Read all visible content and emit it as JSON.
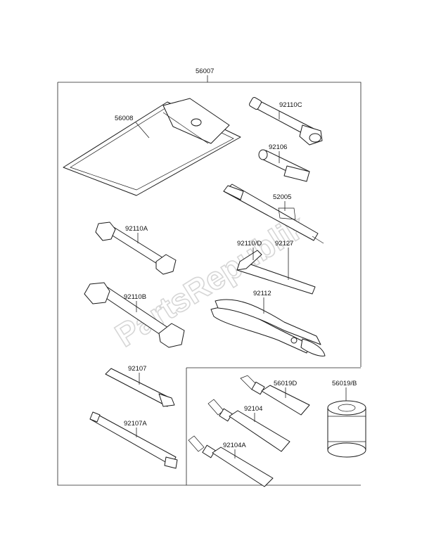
{
  "diagram": {
    "watermark": "PartsRepublik",
    "part_numbers": {
      "kit": "56007",
      "tool_bag": "56008",
      "spark_plug_wrench": "92110C",
      "bar": "92106",
      "screwdriver_tester": "52005",
      "wrench_a": "92110A",
      "hex_key": "92110/D",
      "hex_key_alt": "92127",
      "wrench_b": "92110B",
      "pliers": "92112",
      "screwdriver_1": "92107",
      "screwdriver_2": "92107A",
      "grease_tube_d": "56019D",
      "oil_filter": "56019/B",
      "bond_tube": "92104",
      "bond_tube_a": "92104A"
    }
  }
}
